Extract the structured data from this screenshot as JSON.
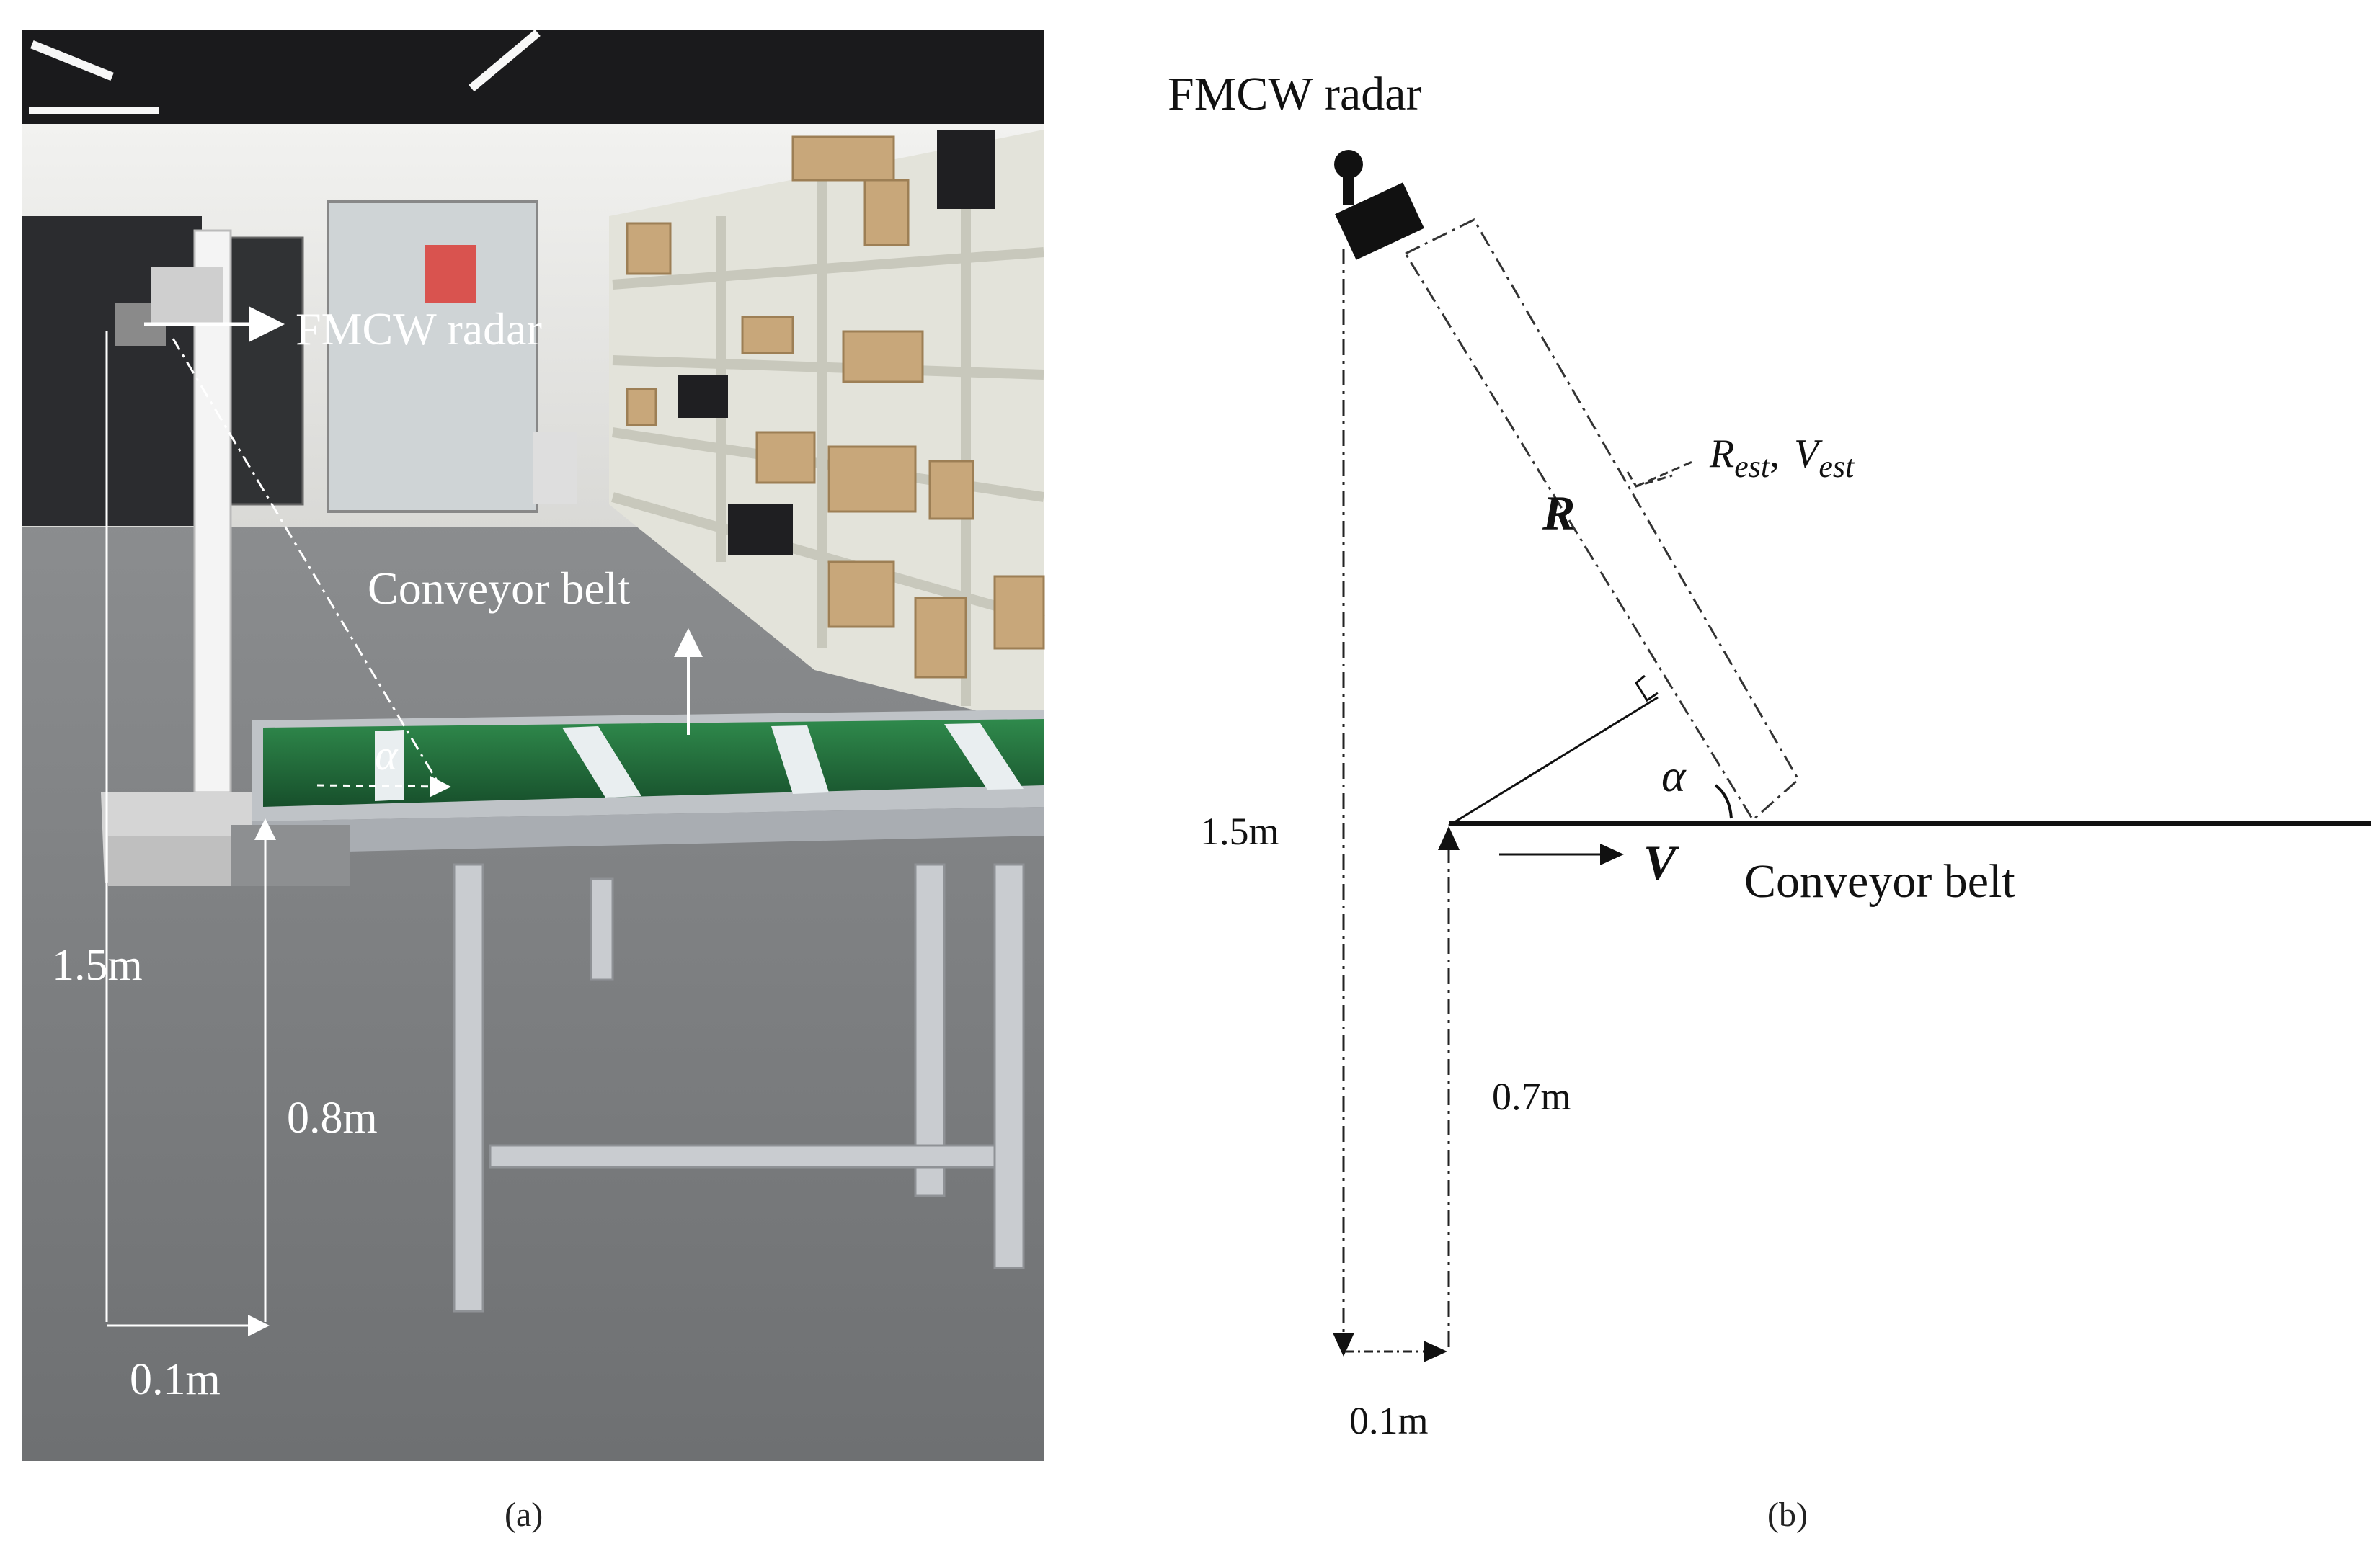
{
  "panel_a": {
    "caption": "(a)",
    "labels": {
      "radar": "FMCW radar",
      "belt": "Conveyor belt",
      "alpha": "α",
      "height_radar": "1.5m",
      "height_belt": "0.8m",
      "offset": "0.1m"
    }
  },
  "panel_b": {
    "caption": "(b)",
    "labels": {
      "radar": "FMCW radar",
      "estimate_r": "R",
      "estimate_r_sub": "est",
      "estimate_sep": ",",
      "estimate_v": "V",
      "estimate_v_sub": "est",
      "range": "R",
      "alpha": "α",
      "velocity": "V",
      "belt": "Conveyor belt",
      "height_radar": "1.5m",
      "height_belt": "0.7m",
      "offset": "0.1m"
    }
  },
  "colors": {
    "floor": "#8a8c8e",
    "wall": "#e9e9e7",
    "belt_green": "#1f6a3a",
    "frame": "#c9ccd0",
    "box": "#c8a77a",
    "shelf": "#dcdccf",
    "ink": "#111111"
  }
}
